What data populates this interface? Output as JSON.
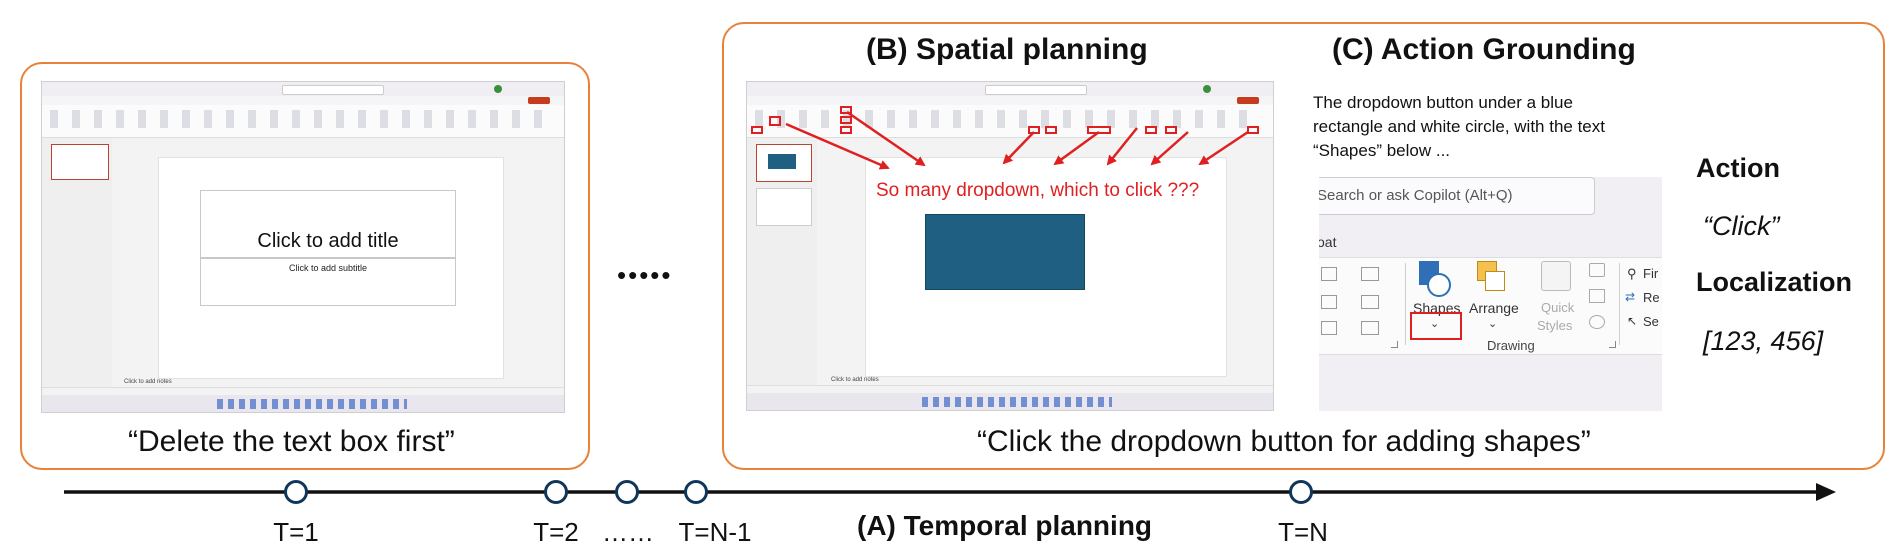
{
  "left_panel": {
    "caption": "“Delete the text box first”",
    "slide_title_placeholder": "Click to add title",
    "slide_subtitle_placeholder": "Click to add subtitle",
    "notes_placeholder": "Click to add notes"
  },
  "ellipsis": "•••••",
  "right_panel": {
    "caption": "“Click the dropdown button for adding shapes”",
    "spatial": {
      "heading": "(B) Spatial planning",
      "question": "So many dropdown, which to click ???",
      "notes_placeholder": "Click to add notes"
    },
    "grounding": {
      "heading": "(C) Action Grounding",
      "description": "The dropdown button under a blue rectangle and white circle, with the text “Shapes” below ...",
      "search_placeholder": "Search or ask Copilot (Alt+Q)",
      "ribbon_tab": "oat",
      "shapes_label": "Shapes",
      "arrange_label": "Arrange",
      "quick_styles_label_1": "Quick",
      "quick_styles_label_2": "Styles",
      "group_label": "Drawing",
      "find_label": "Fir",
      "replace_label": "Re",
      "select_label": "Se"
    },
    "output": {
      "action_label": "Action",
      "action_value": "“Click”",
      "localization_label": "Localization",
      "localization_value": "[123, 456]"
    }
  },
  "timeline": {
    "title": "(A) Temporal planning",
    "labels": [
      "T=1",
      "T=2",
      "……",
      "T=N-1",
      "T=N"
    ]
  },
  "colors": {
    "panel_border": "#e8823a",
    "timeline": "#111111",
    "node": "#10365a",
    "highlight": "#e02020",
    "slide_rect": "#1f5f82"
  }
}
